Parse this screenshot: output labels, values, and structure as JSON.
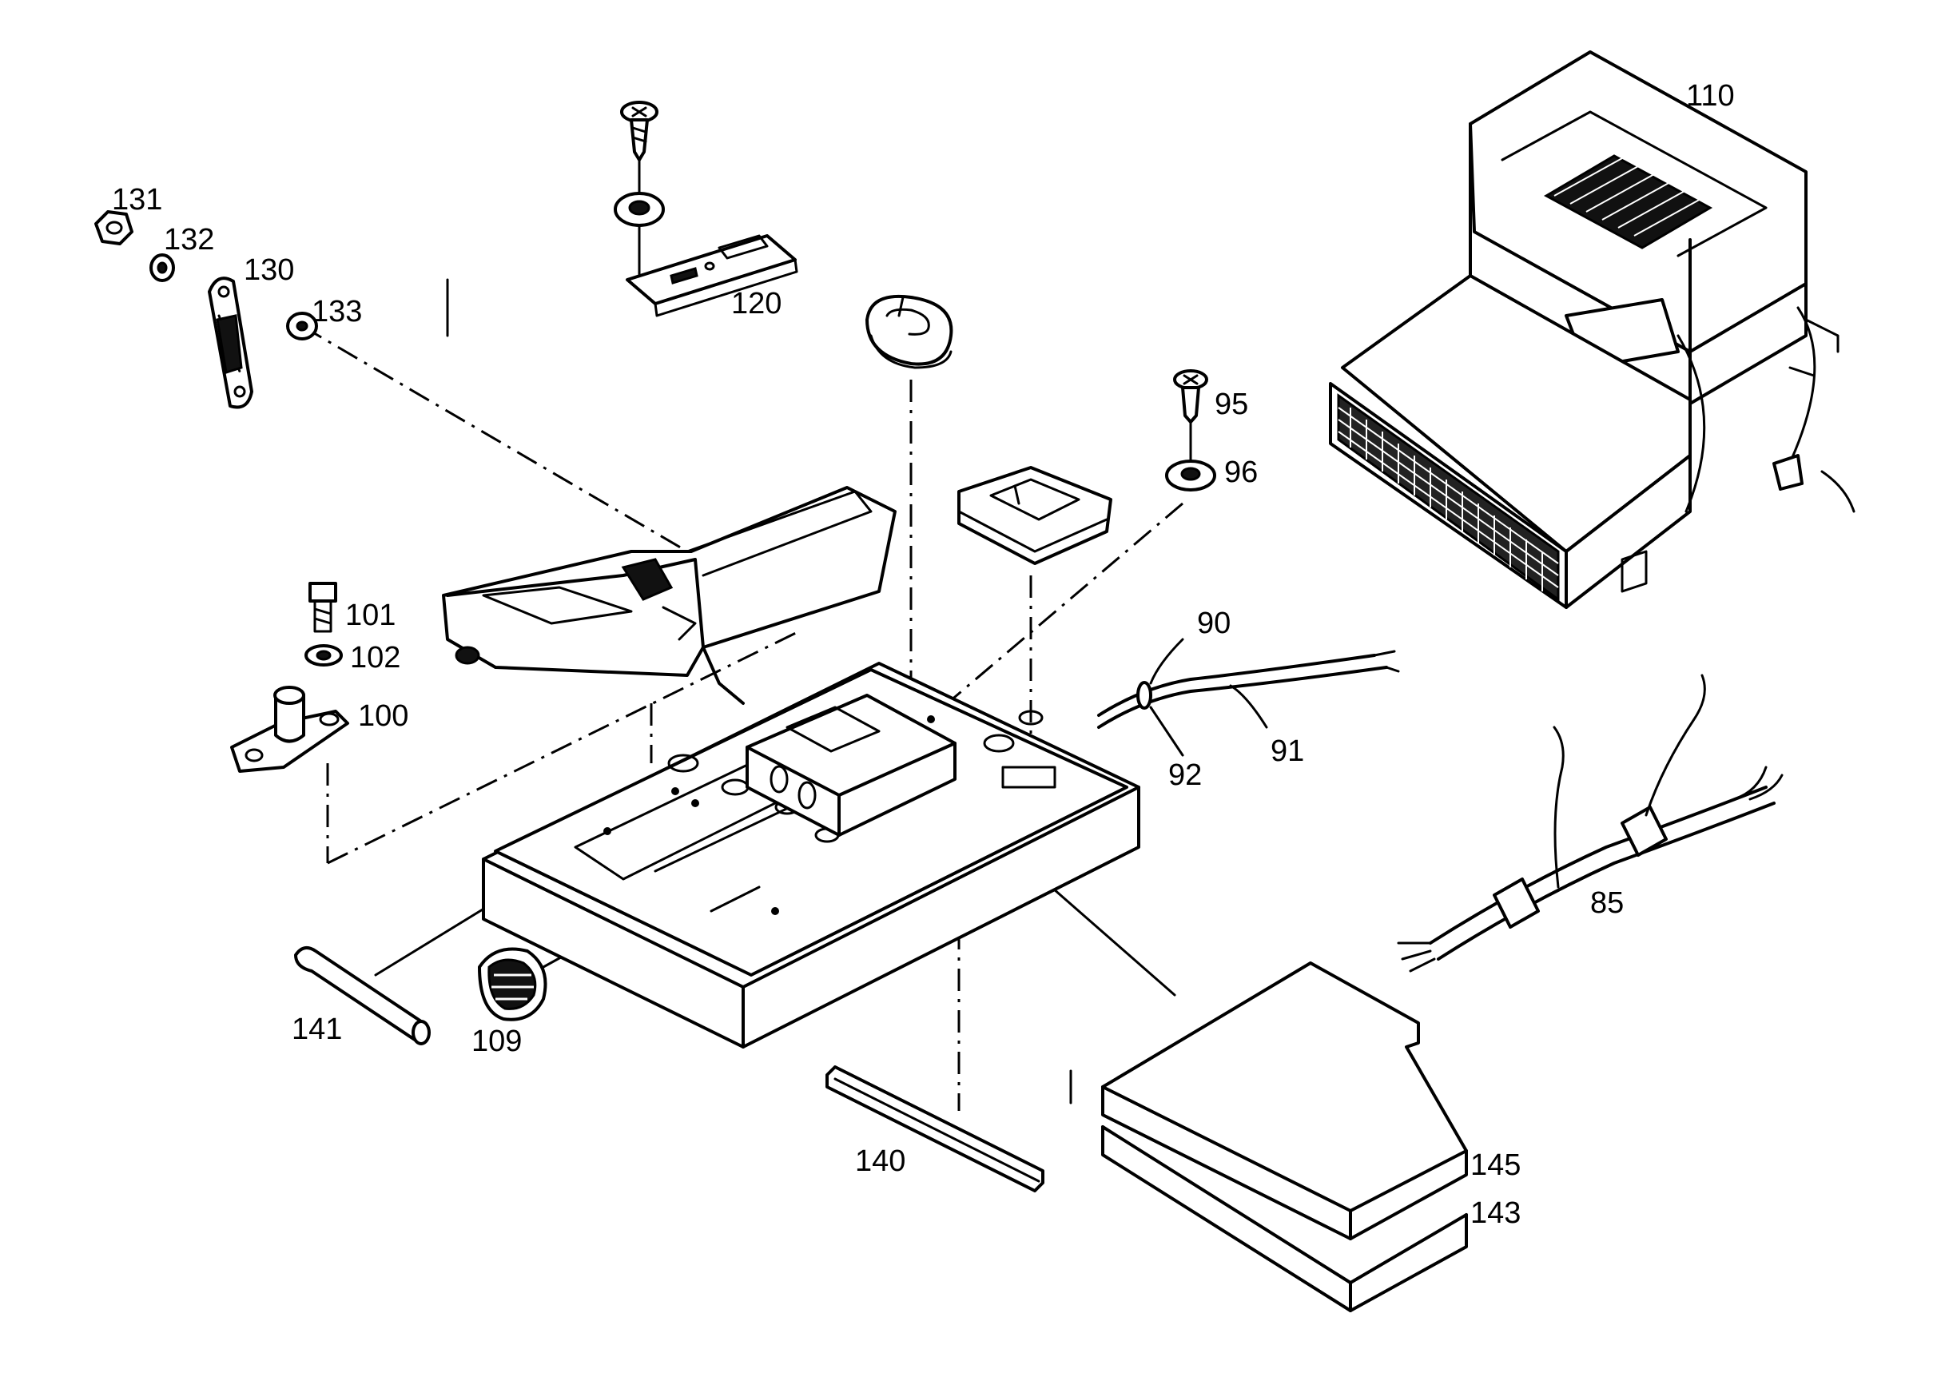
{
  "callouts": [
    {
      "id": "c131",
      "text": "131"
    },
    {
      "id": "c132",
      "text": "132"
    },
    {
      "id": "c130",
      "text": "130"
    },
    {
      "id": "c133",
      "text": "133"
    },
    {
      "id": "c120",
      "text": "120"
    },
    {
      "id": "c110",
      "text": "110"
    },
    {
      "id": "c95",
      "text": "95"
    },
    {
      "id": "c96",
      "text": "96"
    },
    {
      "id": "c101",
      "text": "101"
    },
    {
      "id": "c102",
      "text": "102"
    },
    {
      "id": "c100",
      "text": "100"
    },
    {
      "id": "c90",
      "text": "90"
    },
    {
      "id": "c91",
      "text": "91"
    },
    {
      "id": "c92",
      "text": "92"
    },
    {
      "id": "c85",
      "text": "85"
    },
    {
      "id": "c141",
      "text": "141"
    },
    {
      "id": "c109",
      "text": "109"
    },
    {
      "id": "c140",
      "text": "140"
    },
    {
      "id": "c145",
      "text": "145"
    },
    {
      "id": "c143",
      "text": "143"
    }
  ]
}
